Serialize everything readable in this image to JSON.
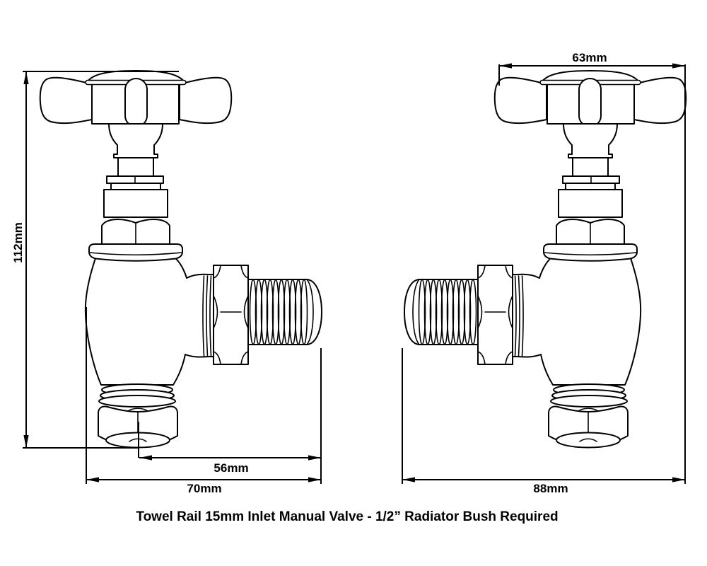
{
  "colors": {
    "background": "#ffffff",
    "line": "#000000",
    "text": "#000000"
  },
  "caption": "Towel Rail 15mm Inlet Manual Valve - 1/2” Radiator Bush Required",
  "dimensions": {
    "left_height": "112mm",
    "left_centre_to_tail": "56mm",
    "left_overall_width": "70mm",
    "right_handle_width": "63mm",
    "right_overall_width": "88mm"
  }
}
